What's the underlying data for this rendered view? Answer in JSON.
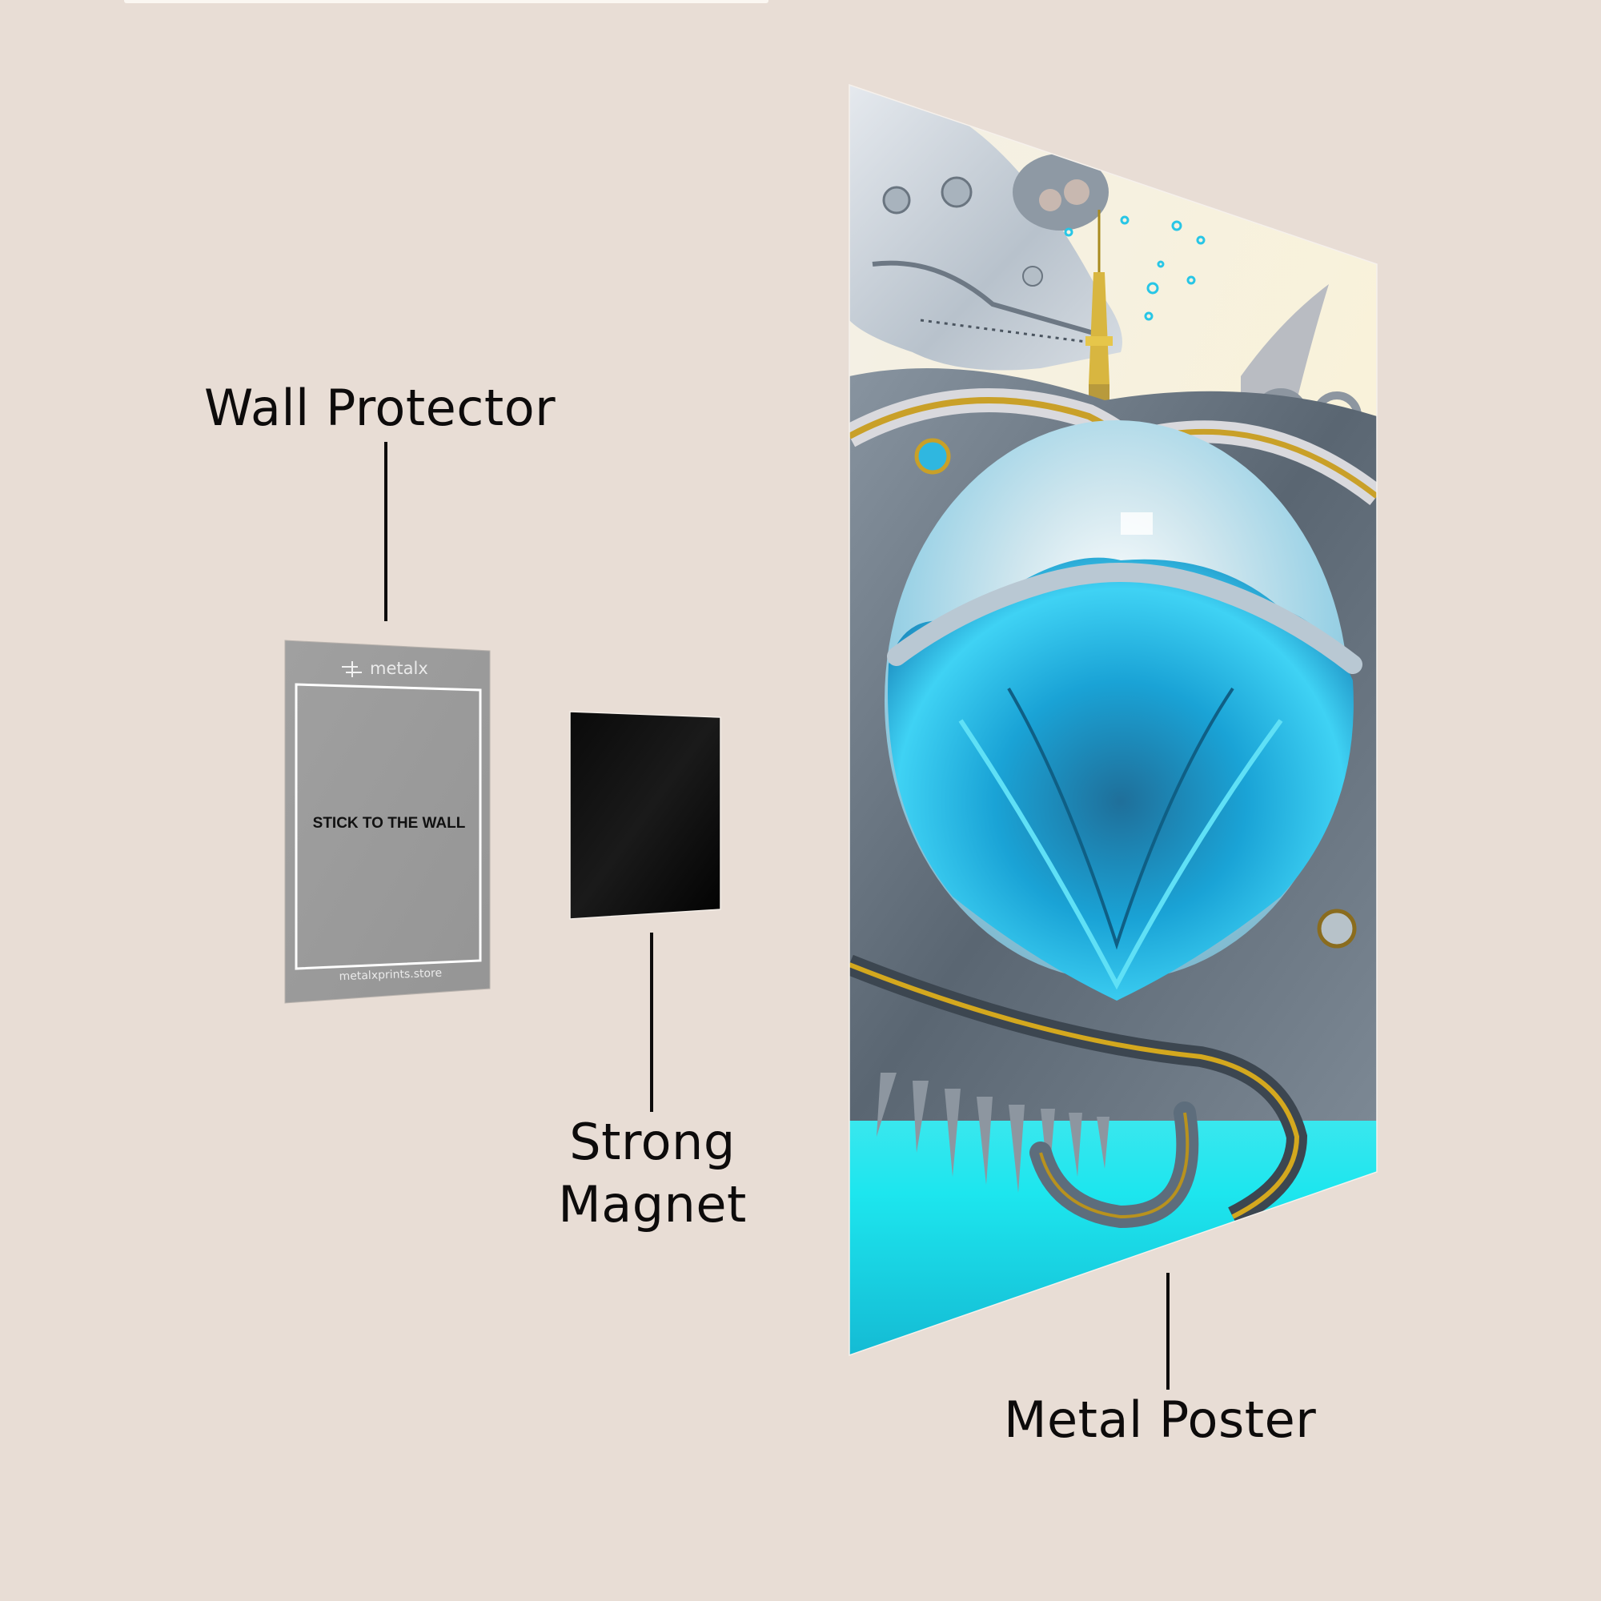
{
  "labels": {
    "wall_protector": "Wall Protector",
    "strong_magnet_line1": "Strong",
    "strong_magnet_line2": "Magnet",
    "metal_poster": "Metal Poster"
  },
  "wall_protector_card": {
    "brand": "metalx",
    "instruction": "STICK TO THE WALL",
    "website": "metalxprints.store",
    "color": "#9b9b9b"
  },
  "magnet": {
    "color": "#050505"
  },
  "metal_poster": {
    "artwork_description": "Surreal biomechanical sea creature with a glowing turquoise orb, ornate gold-riveted frame, white dragon head, golden spire tower and teeth over cyan water",
    "colors": {
      "sky": "#fbf3d6",
      "orb_glow": "#25c9f0",
      "water": "#1fe3ea",
      "frame_gold": "#c9a028",
      "metal_gray": "#6f7c87"
    }
  },
  "colors": {
    "background": "#e8ddd5",
    "text": "#0d0b0b"
  }
}
